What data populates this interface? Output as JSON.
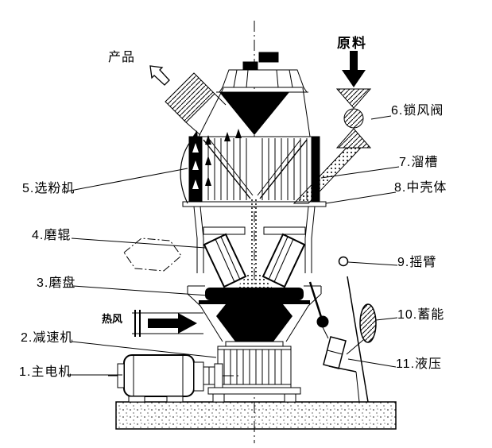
{
  "labels": {
    "product": "产品",
    "raw_material": "原料",
    "lock_valve": "6.锁风阀",
    "chute": "7.溜槽",
    "middle_shell": "8.中壳体",
    "classifier": "5.选粉机",
    "roller": "4.磨辊",
    "rocker_arm": "9.摇臂",
    "grinding_table": "3.磨盘",
    "accumulator": "10.蓄能",
    "hot_air": "热风",
    "reducer": "2.减速机",
    "hydraulic": "11.液压",
    "main_motor": "1.主电机"
  },
  "colors": {
    "ink": "#000000",
    "background": "#ffffff"
  }
}
